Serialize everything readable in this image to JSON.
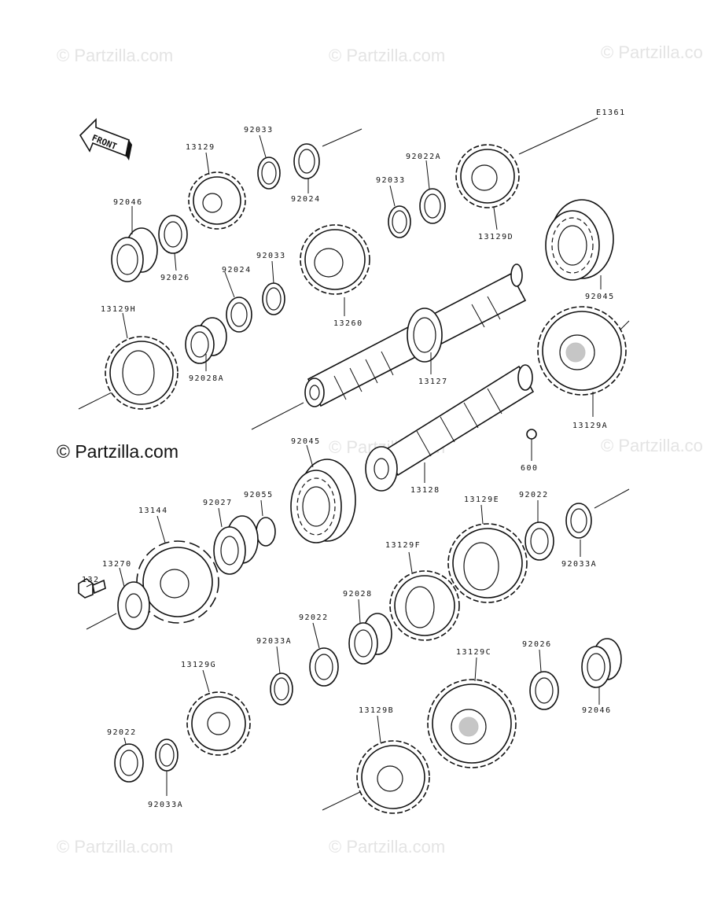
{
  "diagram": {
    "ref_code": "E1361",
    "direction_label": "FRONT",
    "watermarks": [
      "© Partzilla.com",
      "© Partzilla.com",
      "© Partzilla.com",
      "© Partzilla.com",
      "© Partzilla.com",
      "© Partzilla.com",
      "© Partzilla.com"
    ],
    "main_watermark": "© Partzilla.com",
    "callouts": [
      "13129",
      "92033",
      "92024",
      "92046",
      "92026",
      "92033",
      "92022A",
      "13129D",
      "92033",
      "92024",
      "13260",
      "92045",
      "13129H",
      "92028A",
      "13127",
      "13129A",
      "92045",
      "13128",
      "600",
      "13144",
      "92027",
      "92055",
      "13129E",
      "92022",
      "13129F",
      "92033A",
      "13270",
      "132",
      "92028",
      "92022",
      "92033A",
      "13129C",
      "92026",
      "13129G",
      "92046",
      "13129B",
      "92022",
      "92033A"
    ]
  }
}
